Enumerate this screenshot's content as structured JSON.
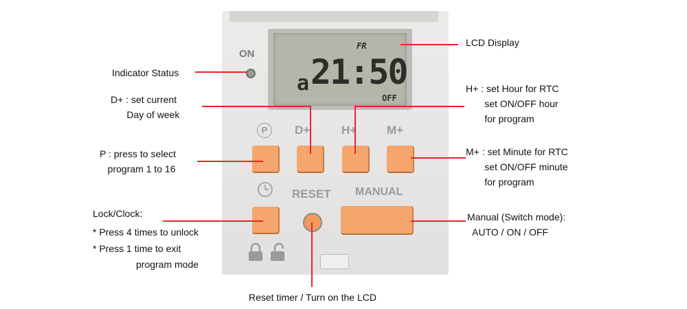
{
  "device": {
    "on_label": "ON",
    "lcd_day": "FR",
    "lcd_time": "21:50",
    "lcd_prefix": "a",
    "lcd_state": "OFF",
    "buttons": {
      "p": "P",
      "d_plus": "D+",
      "h_plus": "H+",
      "m_plus": "M+",
      "reset": "RESET",
      "manual": "MANUAL"
    }
  },
  "annotations": {
    "lcd_display": "LCD Display",
    "indicator_status": "Indicator Status",
    "d_plus": "D+ : set current\n      Day of week",
    "h_plus": "H+ : set Hour for RTC\n       set ON/OFF hour\n       for program",
    "p": "P : press to select\n   program 1 to 16",
    "m_plus": "M+ : set Minute for RTC\n       set ON/OFF minute\n       for program",
    "lock_clock_title": "Lock/Clock:",
    "lock_clock_line1": "* Press 4 times to unlock",
    "lock_clock_line2": "* Press 1 time to exit",
    "lock_clock_line3": "program mode",
    "manual": "Manual (Switch mode):\n  AUTO / ON / OFF",
    "reset": "Reset timer / Turn on the LCD"
  },
  "colors": {
    "leader": "#e8242b",
    "button": "#f4a66d",
    "housing": "#e6e5e3"
  }
}
